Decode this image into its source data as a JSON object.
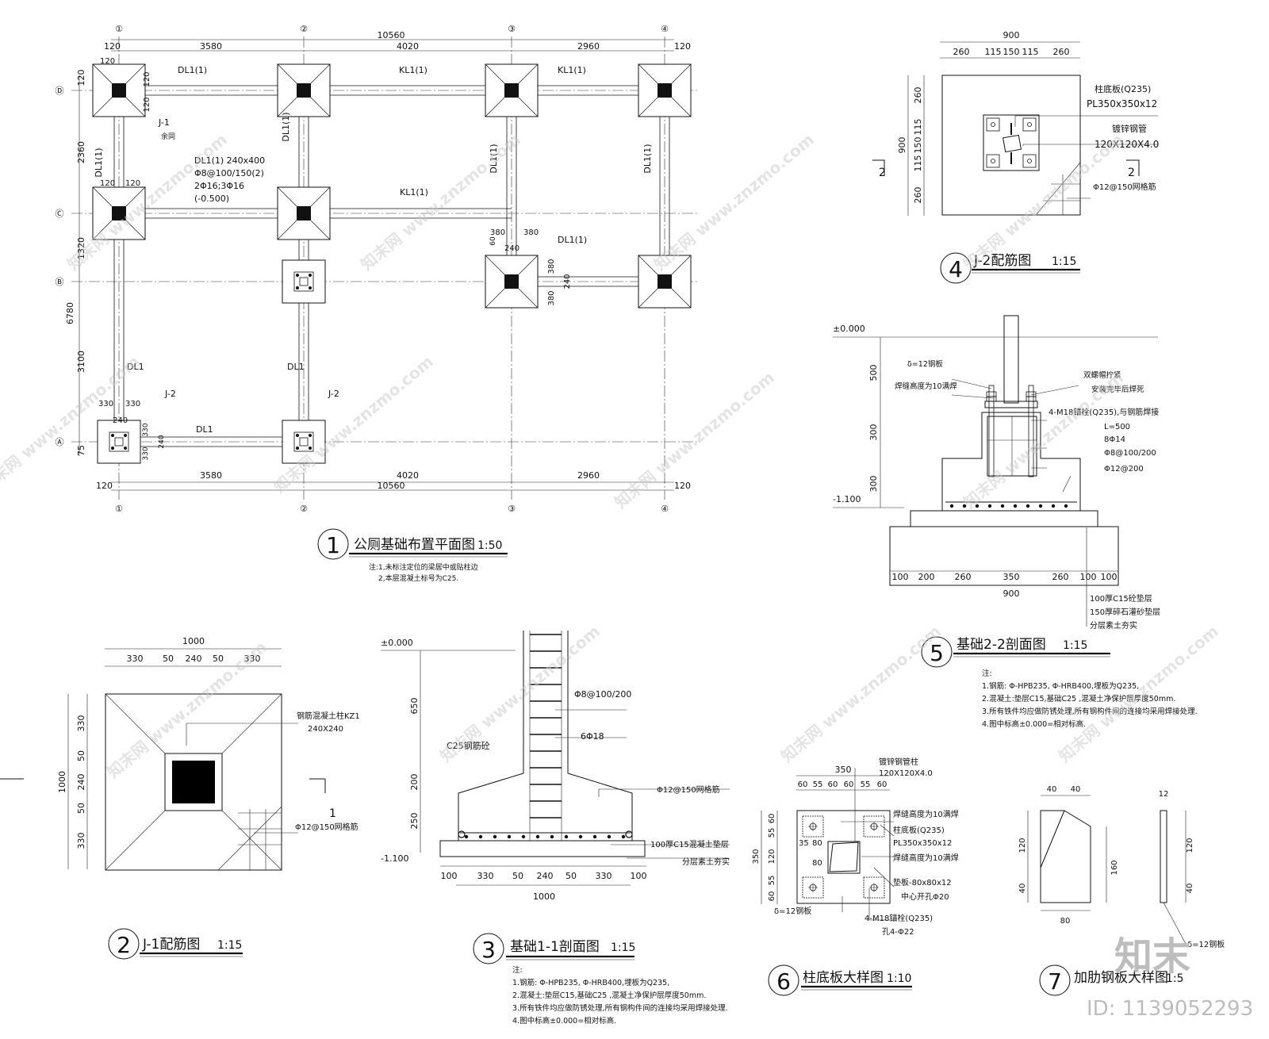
{
  "plan": {
    "grid_numbers": [
      "①",
      "②",
      "③",
      "④"
    ],
    "grid_letters": [
      "Ⓓ",
      "Ⓒ",
      "Ⓑ",
      "Ⓐ"
    ],
    "dims_top": [
      "120",
      "3580",
      "4020",
      "2960",
      "120"
    ],
    "overall": "10560",
    "dims_bottom": [
      "3580",
      "4020",
      "2960"
    ],
    "edge_120": "120",
    "dims_left": [
      "120",
      "2360",
      "1320",
      "6780",
      "3100",
      "75"
    ],
    "labels": {
      "dl1_1": "DL1(1)",
      "kl1_1": "KL1(1)",
      "dl1": "DL1",
      "j1": "J-1",
      "j1_note": "余同",
      "j2": "J-2",
      "beam_spec": [
        "DL1(1) 240x400",
        "Φ8@100/150(2)",
        "2Φ16;3Φ16",
        "(-0.500)"
      ],
      "d120": "120",
      "d380": "380",
      "d240": "240",
      "d60": "60",
      "d330": "330"
    },
    "title_num": "1",
    "title": "公厕基础布置平面图",
    "scale": "1:50",
    "notes": [
      "注:1,未标注定位的梁居中或贴柱边",
      "2,本层混凝土标号为C25."
    ]
  },
  "j1": {
    "dims": [
      "1000",
      "330",
      "50",
      "240",
      "50",
      "330"
    ],
    "side": [
      "330",
      "50",
      "240",
      "50",
      "330",
      "1000"
    ],
    "col_label": [
      "钢筋混凝土柱KZ1",
      "240X240"
    ],
    "mesh": "Φ12@150网格筋",
    "section": "1",
    "title_num": "2",
    "title": "J-1配筋图",
    "scale": "1:15"
  },
  "s11": {
    "elev0": "±0.000",
    "elev1": "-1.100",
    "vdims": [
      "650",
      "200",
      "250"
    ],
    "labels": [
      "Φ8@100/200",
      "6Φ18",
      "C25钢筋砼",
      "Φ12@150网格筋",
      "100厚C15混凝土垫层",
      "分层素土夯实"
    ],
    "hdims": [
      "100",
      "330",
      "50",
      "240",
      "50",
      "330",
      "100"
    ],
    "total": "1000",
    "title_num": "3",
    "title": "基础1-1剖面图",
    "scale": "1:15",
    "notes": [
      "注:",
      "1.钢筋: Φ-HPB235, Φ-HRB400,埋板为Q235,",
      "2.混凝土:垫层C15,基础C25 ,混凝土净保护层厚度50mm.",
      "3.所有铁件均应做防锈处理,所有钢构件间的连接均采用焊接处理.",
      "4.图中标高±0.000=相对标高."
    ]
  },
  "j2": {
    "top": "900",
    "tdims": [
      "260",
      "115",
      "150",
      "115",
      "260"
    ],
    "side": [
      "260",
      "115",
      "150",
      "115",
      "260",
      "900"
    ],
    "labels": [
      "柱底板(Q235)",
      "PL350x350x12",
      "镀锌钢管",
      "120X120X4.0",
      "Φ12@150网格筋"
    ],
    "section": "2",
    "title_num": "4",
    "title": "J-2配筋图",
    "scale": "1:15"
  },
  "s22": {
    "elev0": "±0.000",
    "elev1": "-1.100",
    "vdims": [
      "500",
      "300",
      "300"
    ],
    "labels": [
      "δ=12钢板",
      "焊缝高度为10满焊",
      "双螺帽拧紧",
      "安装完毕后焊死",
      "4-M18锚栓(Q235),与钢筋焊接",
      "L=500",
      "8Φ14",
      "Φ8@100/200",
      "Φ12@200"
    ],
    "hdims": [
      "100",
      "200",
      "260",
      "350",
      "260",
      "100",
      "100"
    ],
    "total": "900",
    "layers": [
      "100厚C15砼垫层",
      "150厚碎石灌砂垫层",
      "分层素土夯实"
    ],
    "title_num": "5",
    "title": "基础2-2剖面图",
    "scale": "1:15",
    "notes": [
      "注:",
      "1.钢筋: Φ-HPB235, Φ-HRB400,埋板为Q235,",
      "2.混凝土:垫层C15,基础C25 ,混凝土净保护层厚度50mm.",
      "3.所有铁件均应做防锈处理,所有钢构件间的连接均采用焊接处理.",
      "4.图中标高±0.000=相对标高."
    ]
  },
  "plate": {
    "labels": [
      "镀锌钢管柱",
      "120X120X4.0",
      "焊缝高度为10满焊",
      "柱底板(Q235)",
      "PL350x350x12",
      "焊缝高度为10满焊",
      "垫板-80x80x12",
      "中心开孔Φ20",
      "4-M18锚栓(Q235)",
      "孔4-Φ22",
      "δ=12钢板"
    ],
    "top": "350",
    "tdims": [
      "60",
      "55",
      "60",
      "60",
      "55",
      "60"
    ],
    "side": [
      "60",
      "55",
      "120",
      "55",
      "60",
      "350"
    ],
    "inner": [
      "35",
      "80",
      "80"
    ],
    "title_num": "6",
    "title": "柱底板大样图",
    "scale": "1:10"
  },
  "rib": {
    "dims": [
      "40",
      "40",
      "12",
      "120",
      "160",
      "40",
      "80",
      "120",
      "40"
    ],
    "label": "δ=12钢板",
    "title_num": "7",
    "title": "加肋钢板大样图",
    "scale": "1:5"
  },
  "watermark": {
    "site": "www.znzmo.com",
    "cn": "知末网",
    "logo": "知末",
    "id": "ID: 1139052293"
  }
}
